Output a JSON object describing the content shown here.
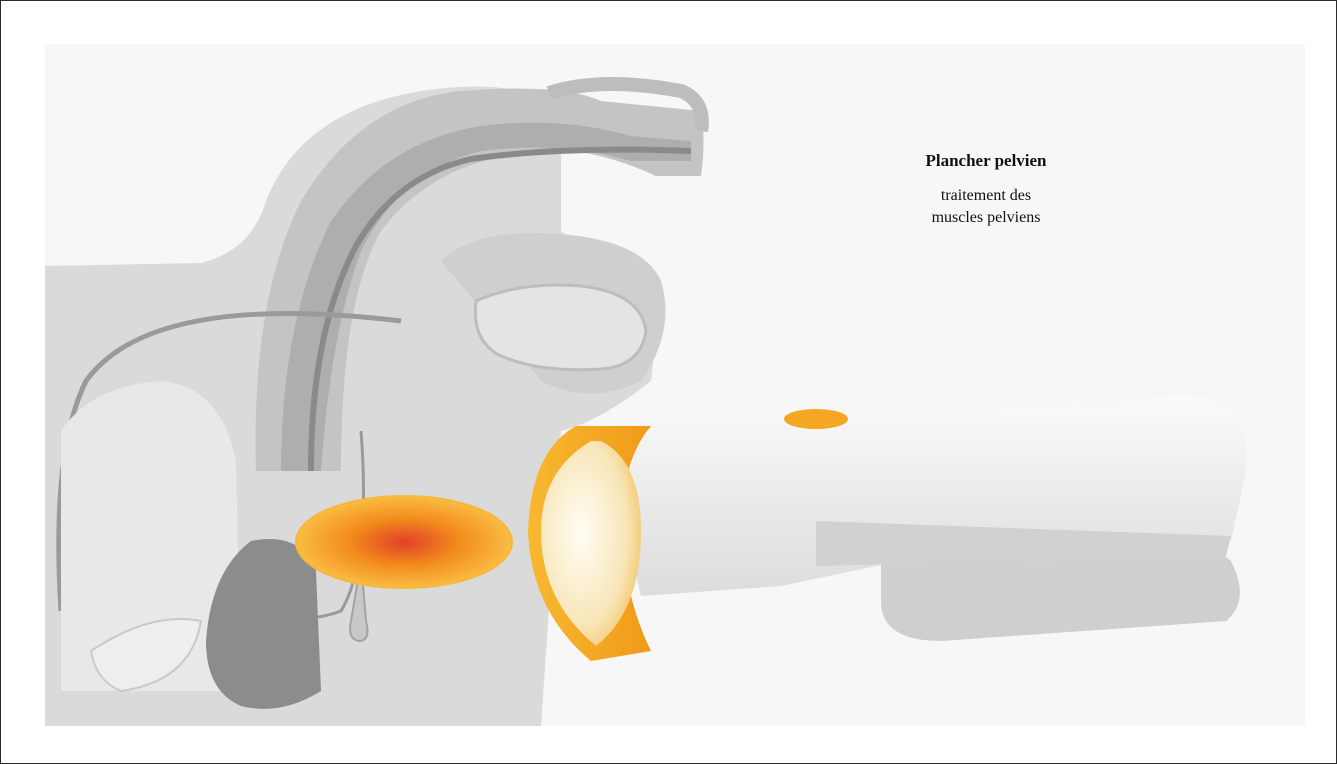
{
  "label": {
    "title": "Plancher pelvien",
    "subtitle_line1": "traitement des",
    "subtitle_line2": "muscles pelviens"
  },
  "colors": {
    "background": "#f7f7f7",
    "anatomy_light": "#d6d6d6",
    "anatomy_mid": "#b3b3b3",
    "anatomy_dark": "#8a8a8a",
    "treatment_zone": "#f28a1c",
    "treatment_zone_edge": "#f6b83a",
    "device_body": "#f1f1f1",
    "device_ring": "#f5a623"
  },
  "icons": [
    "pelvic-anatomy-illustration",
    "treatment-zone-icon",
    "applicator-device-icon"
  ]
}
